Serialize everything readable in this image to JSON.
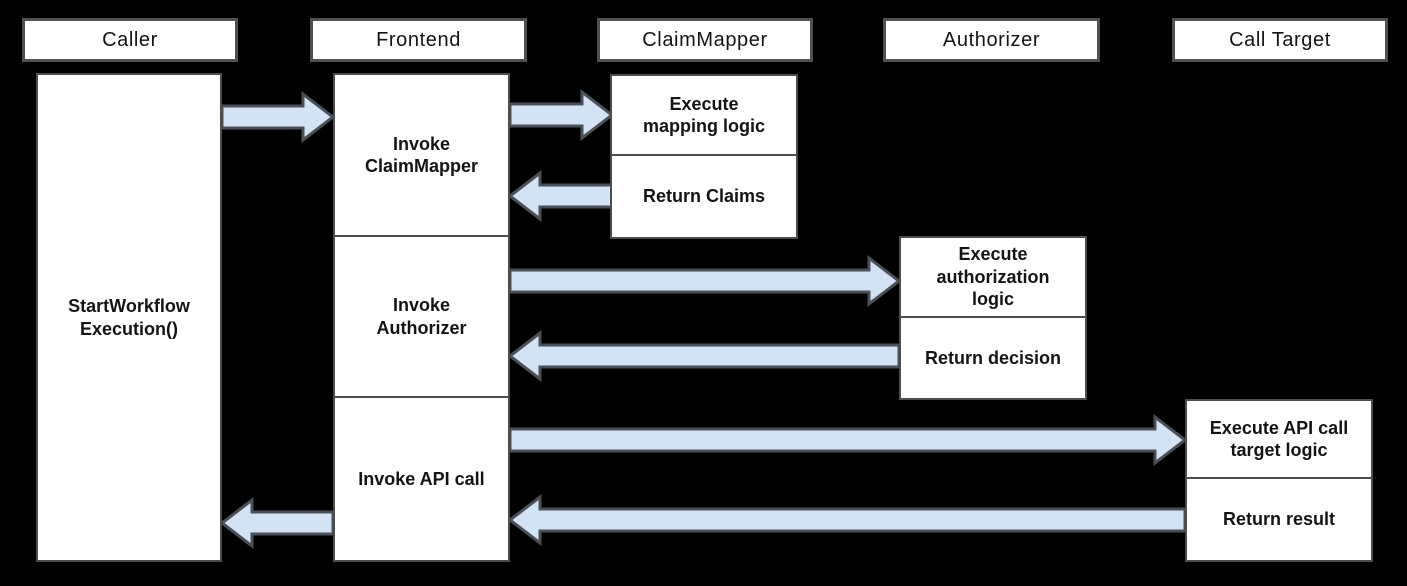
{
  "colors": {
    "background": "#000000",
    "box_fill": "#ffffff",
    "box_border": "#4d4d4d",
    "header_border": "#4f4f4f",
    "arrow_fill": "#d3e3f4",
    "arrow_border": "#495057",
    "text": "#141414"
  },
  "lifelines": [
    {
      "id": "caller",
      "label": "Caller"
    },
    {
      "id": "frontend",
      "label": "Frontend"
    },
    {
      "id": "claimmapper",
      "label": "ClaimMapper"
    },
    {
      "id": "authorizer",
      "label": "Authorizer"
    },
    {
      "id": "call-target",
      "label": "Call Target"
    }
  ],
  "activities": {
    "caller_start": "StartWorkflow\nExecution()",
    "frontend_invoke_claimmapper": "Invoke\nClaimMapper",
    "frontend_invoke_authorizer": "Invoke\nAuthorizer",
    "frontend_invoke_api_call": "Invoke API call",
    "claimmapper_execute": "Execute\nmapping logic",
    "claimmapper_return": "Return Claims",
    "authorizer_execute": "Execute\nauthorization\nlogic",
    "authorizer_return": "Return decision",
    "calltarget_execute": "Execute API call\ntarget logic",
    "calltarget_return": "Return result"
  },
  "messages": [
    {
      "from": "Caller",
      "to": "Frontend",
      "direction": "right"
    },
    {
      "from": "Frontend",
      "to": "ClaimMapper",
      "direction": "right"
    },
    {
      "from": "ClaimMapper",
      "to": "Frontend",
      "direction": "left"
    },
    {
      "from": "Frontend",
      "to": "Authorizer",
      "direction": "right"
    },
    {
      "from": "Authorizer",
      "to": "Frontend",
      "direction": "left"
    },
    {
      "from": "Frontend",
      "to": "Call Target",
      "direction": "right"
    },
    {
      "from": "Call Target",
      "to": "Frontend",
      "direction": "left"
    },
    {
      "from": "Frontend",
      "to": "Caller",
      "direction": "left"
    }
  ]
}
